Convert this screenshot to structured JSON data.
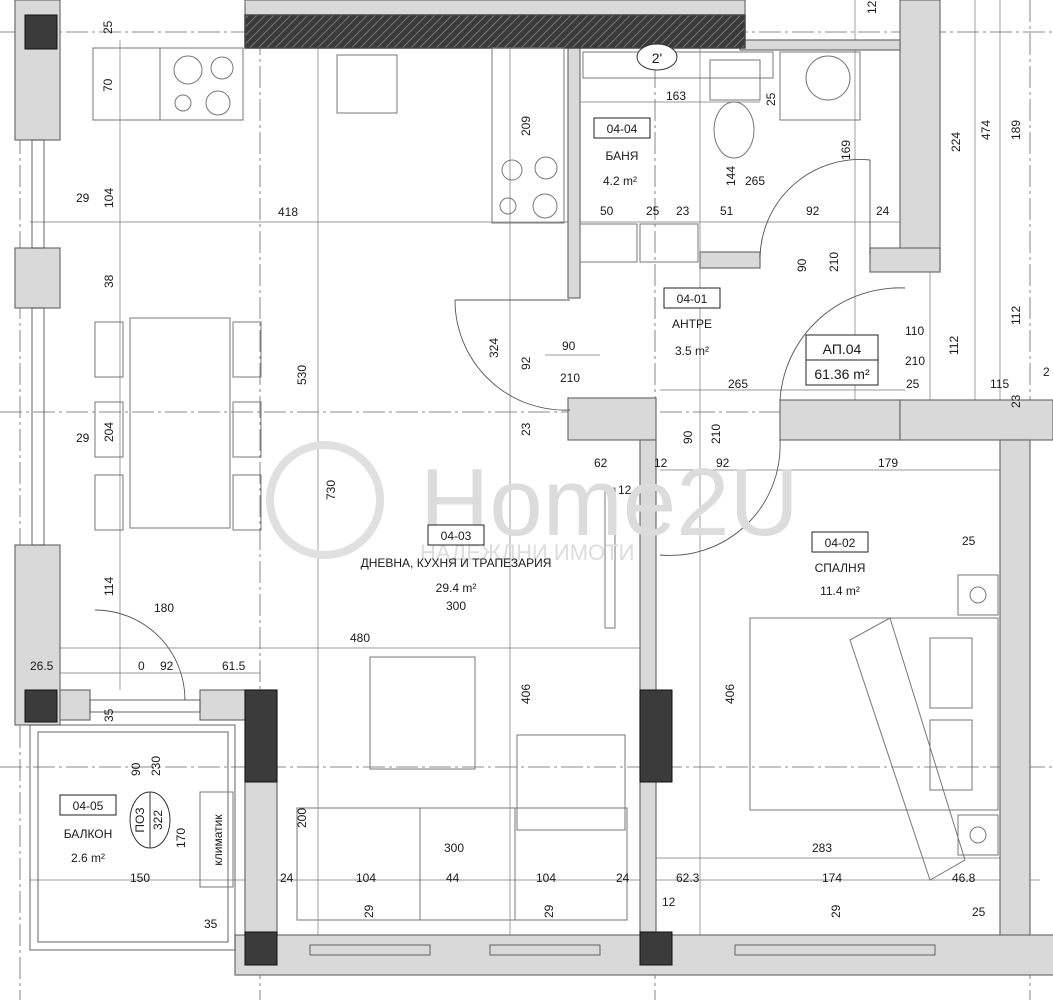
{
  "rooms": [
    {
      "code": "04-04",
      "name": "БАНЯ",
      "area": "4.2 m²"
    },
    {
      "code": "04-01",
      "name": "АНТРЕ",
      "area": "3.5 m²"
    },
    {
      "code": "04-03",
      "name": "ДНЕВНА, КУХНЯ И ТРАПЕЗАРИЯ",
      "area": "29.4 m²",
      "extra": "300"
    },
    {
      "code": "04-02",
      "name": "СПАЛНЯ",
      "area": "11.4 m²"
    },
    {
      "code": "04-05",
      "name": "БАЛКОН",
      "area": "2.6 m²"
    }
  ],
  "apartment": {
    "code": "АП.04",
    "area": "61.36 m²"
  },
  "door_label": "2'",
  "window_tag": {
    "top": "ПОЗ",
    "bottom": "322"
  },
  "ac_label": "климатик",
  "watermark": {
    "brand": "Home2U",
    "sub": "НАДЕЖДНИ ИМОТИ"
  },
  "dims": [
    "25",
    "70",
    "29",
    "104",
    "38",
    "29",
    "204",
    "114",
    "26.5",
    "0",
    "92",
    "61.5",
    "35",
    "180",
    "480",
    "418",
    "530",
    "730",
    "324",
    "92",
    "23",
    "90",
    "210",
    "209",
    "163",
    "25",
    "144",
    "265",
    "50",
    "25",
    "23",
    "51",
    "92",
    "24",
    "169",
    "90",
    "210",
    "224",
    "474",
    "189",
    "110",
    "210",
    "112",
    "112",
    "265",
    "25",
    "115",
    "23",
    "90",
    "210",
    "62",
    "12",
    "92",
    "12",
    "179",
    "25",
    "406",
    "406",
    "90",
    "230",
    "170",
    "150",
    "35",
    "200",
    "300",
    "24",
    "104",
    "44",
    "104",
    "24",
    "29",
    "29",
    "62.3",
    "174",
    "46.8",
    "12",
    "25",
    "283",
    "29",
    "12",
    "2"
  ]
}
